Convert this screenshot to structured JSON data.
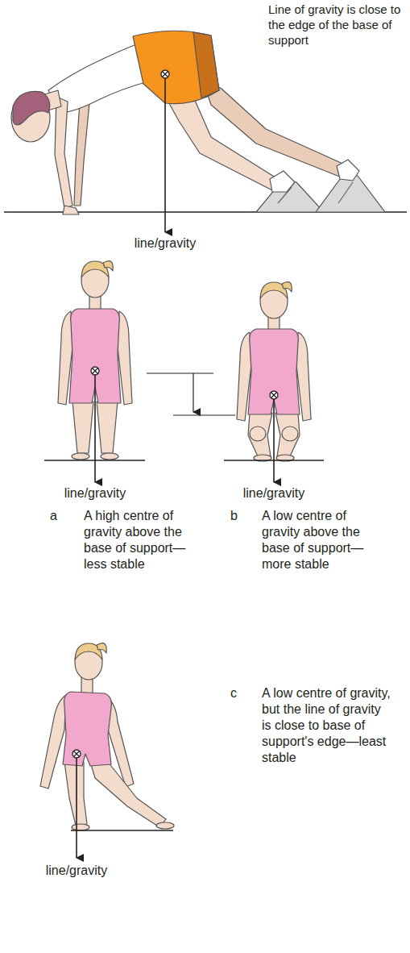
{
  "diagram": {
    "labels": [
      "Line of gravity is close to the edge of the base of support",
      "line/gravity",
      "line/gravity",
      "line/gravity",
      "a",
      "A high centre of gravity above the base of support— less stable",
      "b",
      "A low centre of gravity above the base of support— more stable",
      "c",
      "A low centre of gravity, but the line of gravity is close to base of support's edge—least stable",
      "line/gravity"
    ]
  }
}
